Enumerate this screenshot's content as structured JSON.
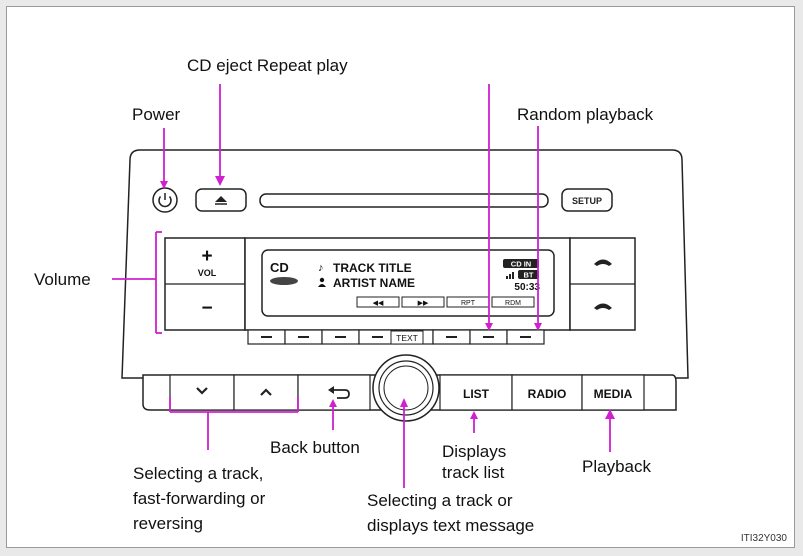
{
  "labels": {
    "cd_eject_repeat": "CD eject Repeat play",
    "power": "Power",
    "random": "Random playback",
    "volume": "Volume",
    "back": "Back button",
    "select_track_1": "Selecting a track,",
    "select_track_2": "fast-forwarding or",
    "select_track_3": "reversing",
    "list_1": "Displays",
    "list_2": "track list",
    "playback": "Playback",
    "knob_1": "Selecting a track or",
    "knob_2": "displays text message"
  },
  "device": {
    "setup": "SETUP",
    "vol_plus": "+",
    "vol_text": "VOL",
    "vol_minus": "−",
    "cd": "CD",
    "track": "TRACK TITLE",
    "artist": "ARTIST NAME",
    "cdin": "CD IN",
    "bt": "BT",
    "time": "50:33",
    "sk1": "◀◀",
    "sk2": "▶▶",
    "sk3": "RPT",
    "sk4": "RDM",
    "text": "TEXT",
    "list": "LIST",
    "radio": "RADIO",
    "media": "MEDIA"
  },
  "code": "ITI32Y030",
  "colors": {
    "callout": "#d020d0",
    "outline": "#222222"
  }
}
